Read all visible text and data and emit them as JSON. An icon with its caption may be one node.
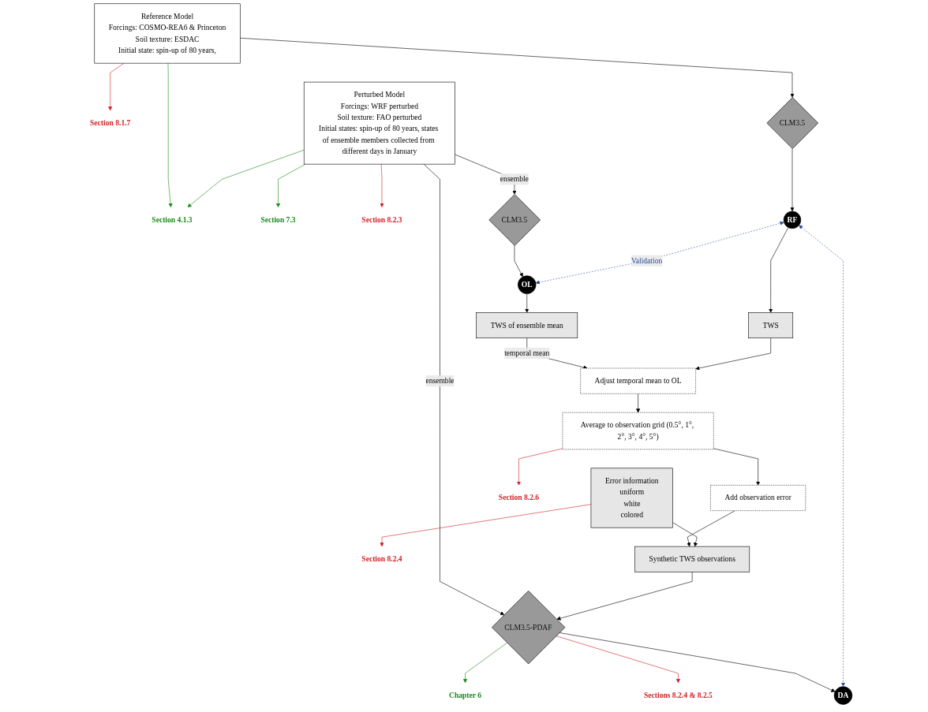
{
  "diagram": {
    "nodes": [
      {
        "text": [
          "Reference Model",
          "Forcings: COSMO-REA6 & Princeton",
          "Soil texture: ESDAC",
          "Initial state: spin-up of 80 years,"
        ]
      },
      {
        "text": [
          "Section 8.1.7"
        ]
      },
      {
        "text": [
          "Section 4.1.3"
        ]
      },
      {
        "text": [
          "Perturbed Model",
          "Forcings: WRF perturbed",
          "Soil texture: FAO perturbed",
          "Initial states: spin-up of 80 years, states of ensemble members collected from different days in January"
        ]
      },
      {
        "text": [
          "Section 7.3"
        ]
      },
      {
        "text": [
          "Section 8.2.3"
        ]
      },
      {
        "text": [
          "CLM3.5"
        ]
      },
      {
        "text": [
          "CLM3.5"
        ]
      },
      {
        "text": [
          "CLM3.5-PDAF"
        ]
      },
      {
        "text": [
          "Chapter 6"
        ]
      },
      {
        "text": [
          "Sections 8.2.4 & 8.2.5"
        ]
      },
      {
        "text": [
          "RF"
        ]
      },
      {
        "text": [
          "OL"
        ]
      },
      {
        "text": [
          "DA"
        ]
      },
      {
        "text": [
          "Section 8.2.4"
        ]
      },
      {
        "text": [
          "TWS"
        ]
      },
      {
        "text": [
          "TWS of ensemble mean"
        ]
      },
      {
        "text": [
          "Error information",
          "uniform",
          "white",
          "colored"
        ]
      },
      {
        "text": [
          "Adjust temporal mean to OL"
        ]
      },
      {
        "text": [
          "Section 8.2.6"
        ]
      },
      {
        "text": [
          "Average to observation grid (0.5°, 1°, 2°, 3°, 4°, 5°)"
        ]
      },
      {
        "text": [
          "Add observation error"
        ]
      },
      {
        "text": [
          "Synthetic TWS observations"
        ]
      }
    ],
    "edges": [
      {
        "from": 0,
        "to": 1,
        "arrow": "to",
        "color": "#d42027"
      },
      {
        "from": 0,
        "to": 2,
        "arrow": "to",
        "color": "#1a8a1a"
      },
      {
        "from": 3,
        "to": 2,
        "arrow": "to",
        "color": "#1a8a1a"
      },
      {
        "from": 3,
        "to": 4,
        "arrow": "to",
        "color": "#1a8a1a"
      },
      {
        "from": 3,
        "to": 5,
        "arrow": "to",
        "color": "#d42027"
      },
      {
        "from": 0,
        "to": 6,
        "arrow": "to"
      },
      {
        "from": 3,
        "to": 7,
        "arrow": "to",
        "label": "ensemble"
      },
      {
        "from": 3,
        "to": 8,
        "arrow": "to",
        "label": "ensemble"
      },
      {
        "from": 8,
        "to": 9,
        "arrow": "to",
        "color": "#1a8a1a"
      },
      {
        "from": 8,
        "to": 10,
        "arrow": "to",
        "color": "#d42027"
      },
      {
        "from": 6,
        "to": 11,
        "arrow": "to"
      },
      {
        "from": 7,
        "to": 12,
        "arrow": "to"
      },
      {
        "from": 8,
        "to": 13,
        "arrow": "to"
      },
      {
        "from": 11,
        "to": 13,
        "arrow": "both",
        "style": "dashed",
        "color": "#2b4a9b"
      },
      {
        "from": 11,
        "to": 12,
        "arrow": "both",
        "style": "dashed",
        "color": "#2b4a9b",
        "label": "Validation"
      },
      {
        "from": 11,
        "to": 15,
        "arrow": "to"
      },
      {
        "from": 12,
        "to": 16,
        "arrow": "to"
      },
      {
        "from": 17,
        "to": 14,
        "arrow": "to",
        "color": "#d42027"
      },
      {
        "from": 16,
        "to": 18,
        "arrow": "to",
        "label": "temporal mean"
      },
      {
        "from": 15,
        "to": 18,
        "arrow": "to"
      },
      {
        "from": 18,
        "to": 20,
        "arrow": "to"
      },
      {
        "from": 20,
        "to": 19,
        "arrow": "to",
        "color": "#d42027"
      },
      {
        "from": 20,
        "to": 21,
        "arrow": "to"
      },
      {
        "from": 21,
        "to": 22,
        "arrow": "to"
      },
      {
        "from": 17,
        "to": 22,
        "arrow": "to"
      },
      {
        "from": 22,
        "to": 8,
        "arrow": "to"
      }
    ]
  }
}
